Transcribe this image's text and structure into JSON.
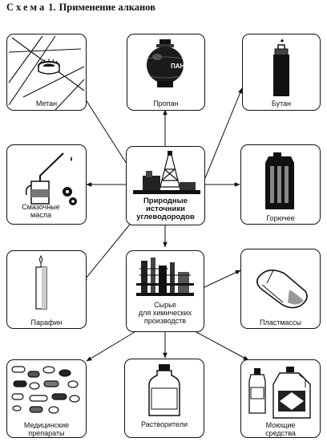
{
  "title": {
    "prefix": "Схема",
    "number": "1.",
    "text": "Применение алканов"
  },
  "nodes": {
    "center": {
      "l1": "Природные",
      "l2": "источники",
      "l3": "углеводородов"
    },
    "raw": {
      "l1": "Сырье",
      "l2": "для химических",
      "l3": "производств"
    },
    "metan": "Метан",
    "propan": "Пропан",
    "propan_tank_text": "ПАН",
    "butan": "Бутан",
    "lubricant": {
      "l1": "Смазочные",
      "l2": "масла"
    },
    "fuel": "Горючее",
    "paraffin": "Парафин",
    "plastics": "Пластмассы",
    "medicine": {
      "l1": "Медицинские",
      "l2": "препараты"
    },
    "solvents": "Растворители",
    "detergents": {
      "l1": "Моющие",
      "l2": "средства"
    }
  }
}
